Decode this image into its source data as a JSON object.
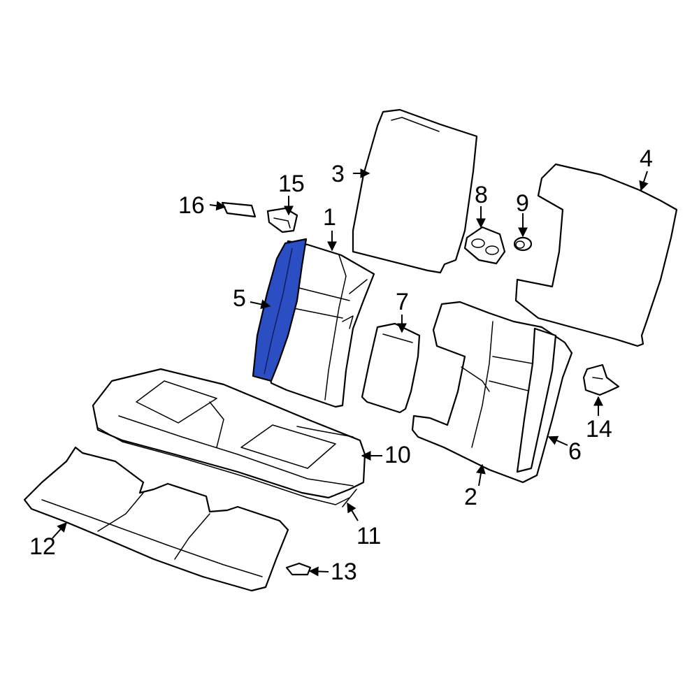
{
  "colors": {
    "highlight": "#2b4ec2",
    "line": "#000000",
    "background": "#ffffff"
  },
  "callouts": [
    {
      "id": "1",
      "label": "1"
    },
    {
      "id": "2",
      "label": "2"
    },
    {
      "id": "3",
      "label": "3"
    },
    {
      "id": "4",
      "label": "4"
    },
    {
      "id": "5",
      "label": "5",
      "highlighted": true
    },
    {
      "id": "6",
      "label": "6"
    },
    {
      "id": "7",
      "label": "7"
    },
    {
      "id": "8",
      "label": "8"
    },
    {
      "id": "9",
      "label": "9"
    },
    {
      "id": "10",
      "label": "10"
    },
    {
      "id": "11",
      "label": "11"
    },
    {
      "id": "12",
      "label": "12"
    },
    {
      "id": "13",
      "label": "13"
    },
    {
      "id": "14",
      "label": "14"
    },
    {
      "id": "15",
      "label": "15"
    },
    {
      "id": "16",
      "label": "16"
    }
  ]
}
